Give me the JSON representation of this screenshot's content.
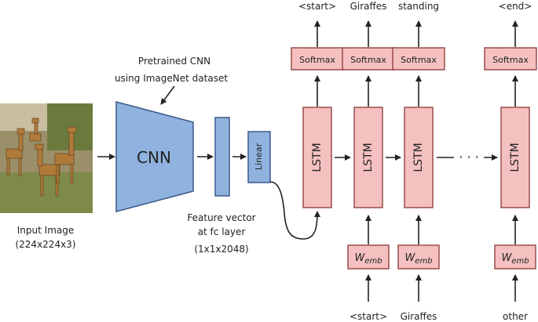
{
  "colors": {
    "blue_fill": "#8fb3de",
    "blue_stroke": "#3b5a8a",
    "pink_fill": "#f4c1c0",
    "pink_stroke": "#8a3535",
    "line": "#222222"
  },
  "labels": {
    "pretrained_line1": "Pretrained CNN",
    "pretrained_line2": "using ImageNet dataset",
    "cnn": "CNN",
    "linear": "Linear",
    "feature_line1": "Feature vector",
    "feature_line2": "at fc layer",
    "feature_line3": "(1x1x2048)",
    "input_line1": "Input Image",
    "input_line2": "(224x224x3)",
    "lstm": "LSTM",
    "softmax": "Softmax",
    "wemb_base": "W",
    "wemb_sub": "emb",
    "ellipsis": "· · ·"
  },
  "outputs": [
    "<start>",
    "Giraffes",
    "standing",
    "<end>"
  ],
  "inputs": [
    "<start>",
    "Giraffes",
    "other"
  ],
  "icons": {
    "input_image": "giraffe-photo-icon",
    "arrow": "arrow-icon"
  }
}
